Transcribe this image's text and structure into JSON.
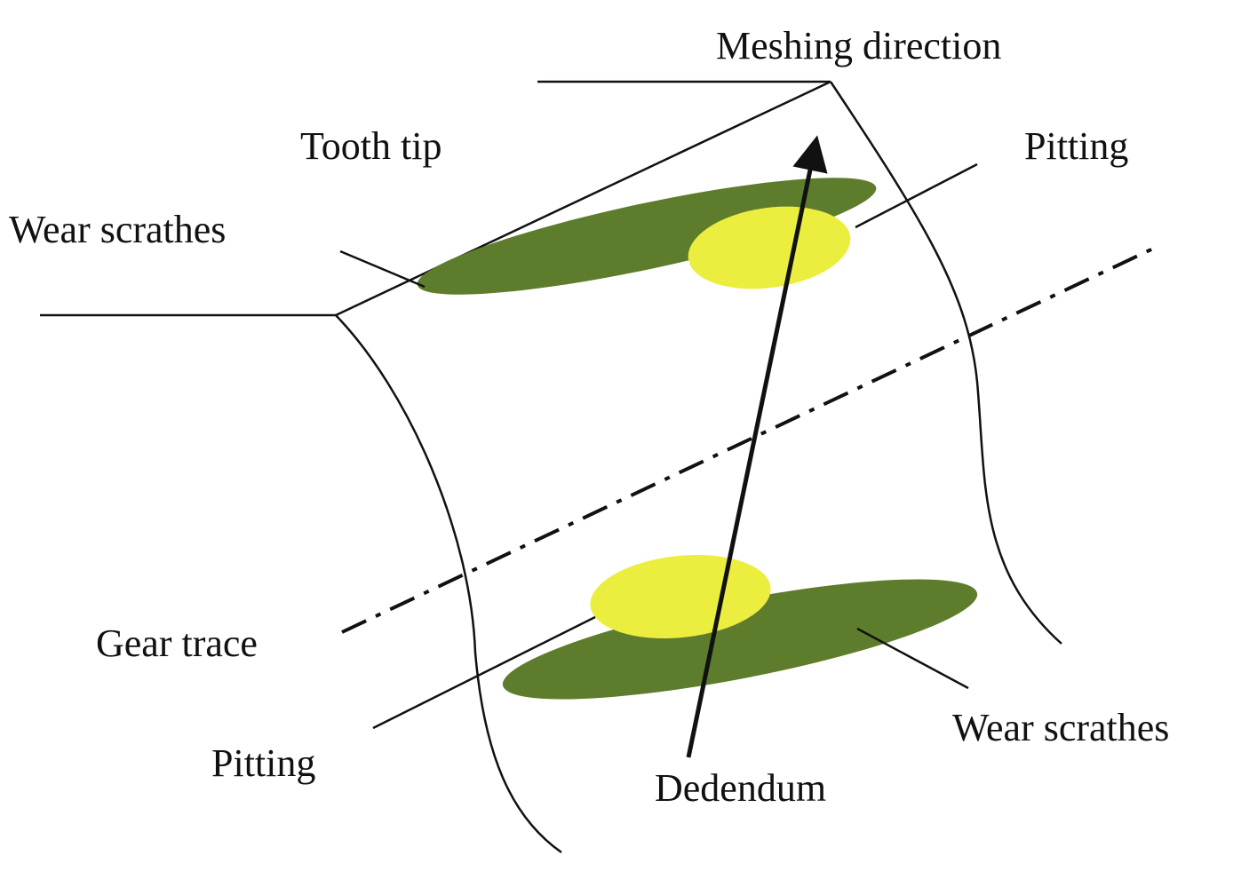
{
  "labels": {
    "meshing_direction": "Meshing direction",
    "tooth_tip": "Tooth tip",
    "pitting_top": "Pitting",
    "wear_top": "Wear scrathes",
    "gear_trace": "Gear trace",
    "pitting_bottom": "Pitting",
    "wear_bottom": "Wear scrathes",
    "dedendum": "Dedendum"
  },
  "colors": {
    "wear": "#5e7d2c",
    "pitting": "#ecee3f",
    "line": "#111111"
  }
}
